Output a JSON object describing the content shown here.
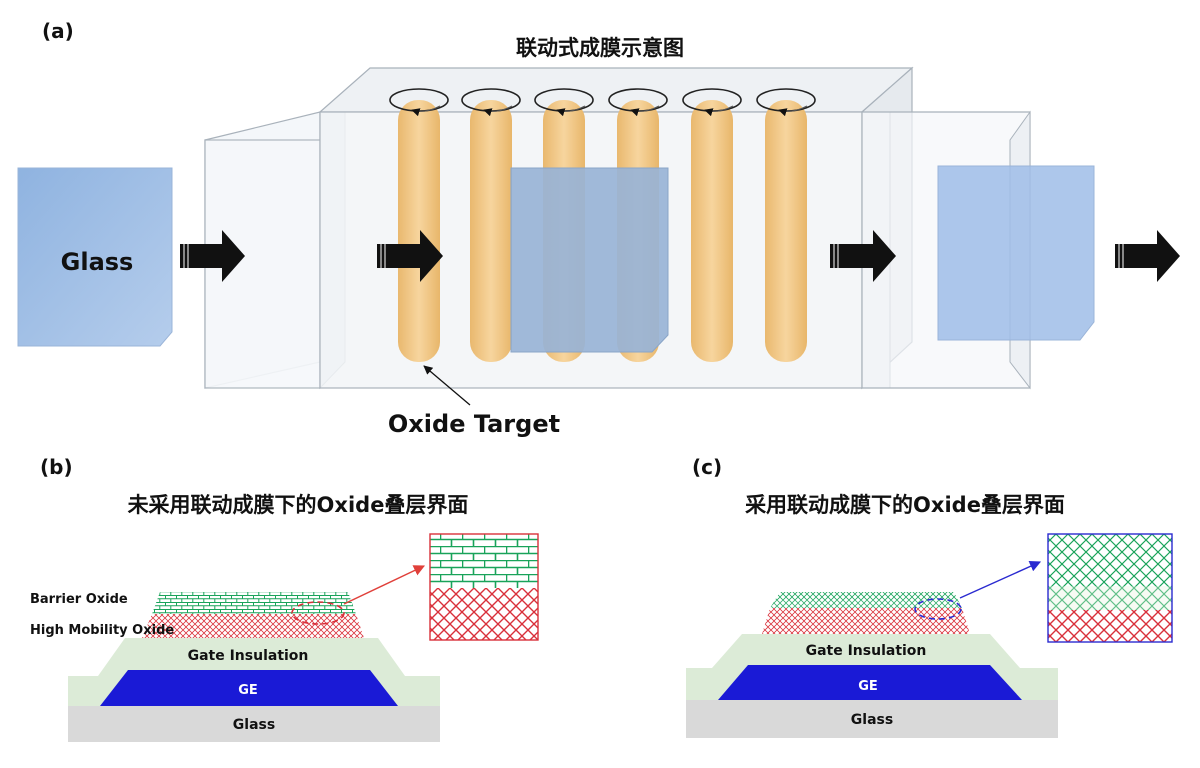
{
  "panels": {
    "a": {
      "label": "(a)",
      "title": "联动式成膜示意图",
      "glass_label": "Glass",
      "target_label": "Oxide Target"
    },
    "b": {
      "label": "(b)",
      "title": "未采用联动成膜下的Oxide叠层界面",
      "barrier_label": "Barrier Oxide",
      "mobility_label": "High Mobility Oxide",
      "gate_label": "Gate Insulation",
      "ge_label": "GE",
      "glass_label": "Glass"
    },
    "c": {
      "label": "(c)",
      "title": "采用联动成膜下的Oxide叠层界面",
      "gate_label": "Gate Insulation",
      "ge_label": "GE",
      "glass_label": "Glass"
    }
  },
  "colors": {
    "target": "#f2c98a",
    "glass_blue": "#9fbde3",
    "chamber": "#eef2f6",
    "ge": "#1a1ad6",
    "gate": "#dcebd7",
    "glass_grey": "#d9d9d9",
    "barrier_green": "#19a35a",
    "mobility_red": "#d9303a",
    "arrow_red": "#e0403a",
    "arrow_blue": "#2a2ad0"
  }
}
